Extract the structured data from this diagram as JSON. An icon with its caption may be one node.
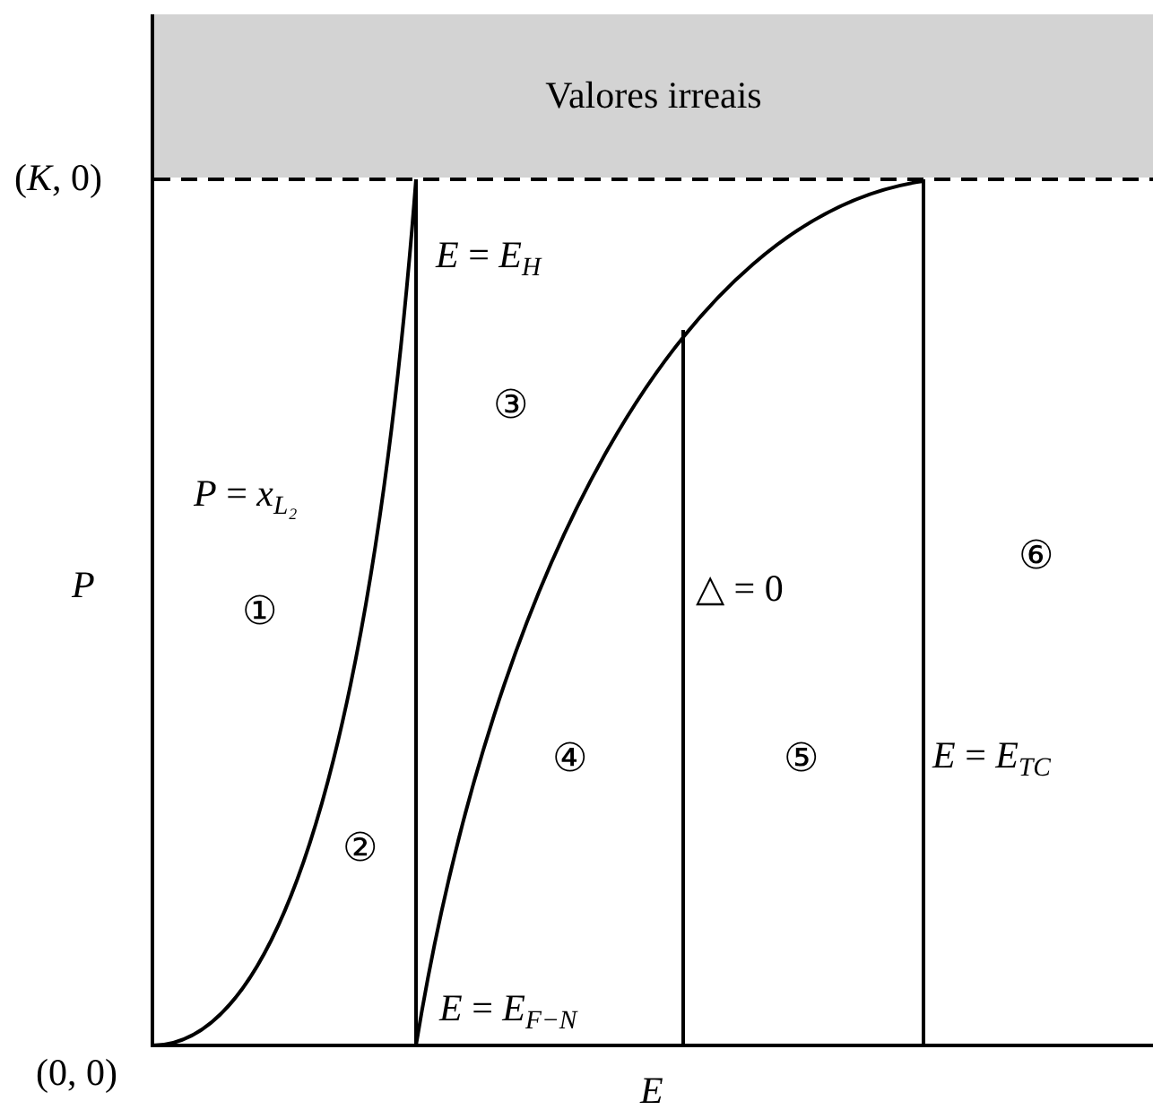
{
  "diagram": {
    "nodes": [
      {
        "text": [
          "Valores irreais"
        ]
      }
    ],
    "labels": [
      "(*K*, 0)",
      "*E* = *E*$_{H}$",
      "③",
      "*P* = *x*$_{L₂}$",
      "*P*",
      "△ = 0",
      "⑥",
      "①",
      "④",
      "⑤",
      "*E* = *E*$_{TC}$",
      "②",
      "*E* = *E*$_{F−N}$",
      "(0, 0)",
      "*E*"
    ]
  }
}
